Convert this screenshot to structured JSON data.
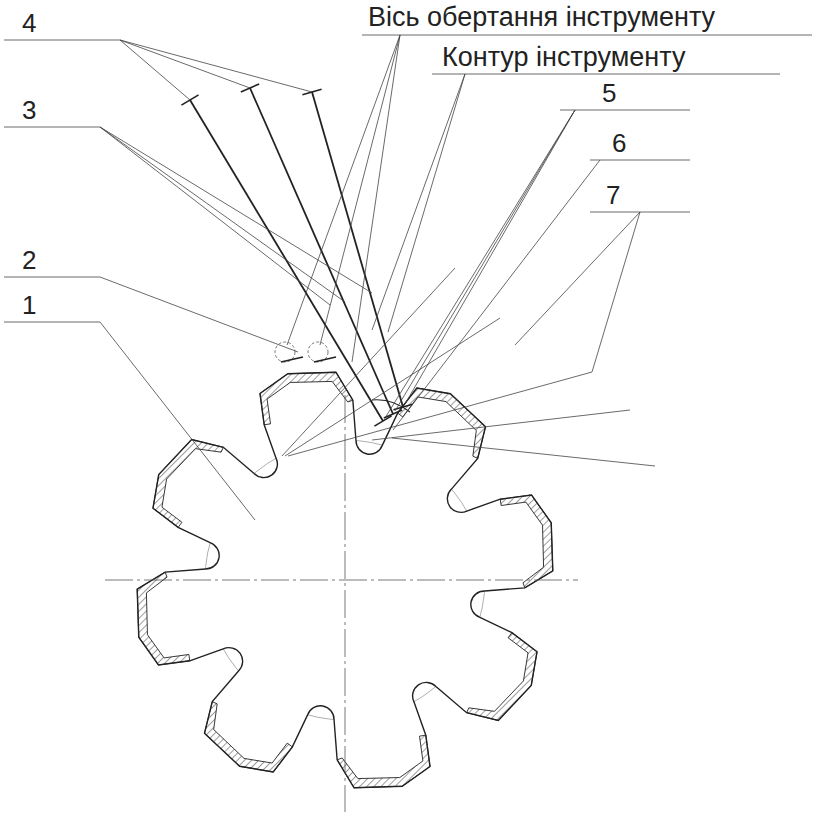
{
  "diagram": {
    "labels": [
      "4",
      "Вісь обертання інструменту",
      "Контур інструменту",
      "3",
      "5",
      "6",
      "2",
      "7",
      "1"
    ]
  }
}
